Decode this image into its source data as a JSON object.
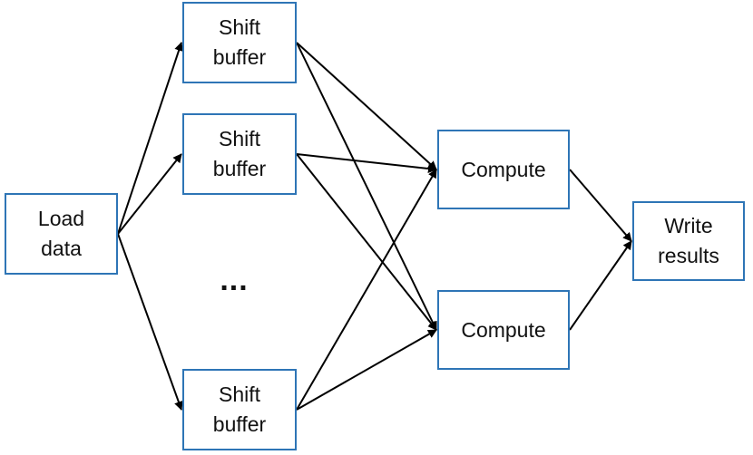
{
  "nodes": {
    "load": {
      "label": "Load\ndata"
    },
    "shift1": {
      "label": "Shift\nbuffer"
    },
    "shift2": {
      "label": "Shift\nbuffer"
    },
    "shift3": {
      "label": "Shift\nbuffer"
    },
    "compute1": {
      "label": "Compute"
    },
    "compute2": {
      "label": "Compute"
    },
    "write": {
      "label": "Write\nresults"
    }
  },
  "ellipsis": "...",
  "edges": [
    [
      "load",
      "shift1"
    ],
    [
      "load",
      "shift2"
    ],
    [
      "load",
      "shift3"
    ],
    [
      "shift1",
      "compute1"
    ],
    [
      "shift1",
      "compute2"
    ],
    [
      "shift2",
      "compute1"
    ],
    [
      "shift2",
      "compute2"
    ],
    [
      "shift3",
      "compute1"
    ],
    [
      "shift3",
      "compute2"
    ],
    [
      "compute1",
      "write"
    ],
    [
      "compute2",
      "write"
    ]
  ],
  "colors": {
    "box_border": "#2e75b6",
    "arrow": "#000000",
    "text": "#111111"
  }
}
